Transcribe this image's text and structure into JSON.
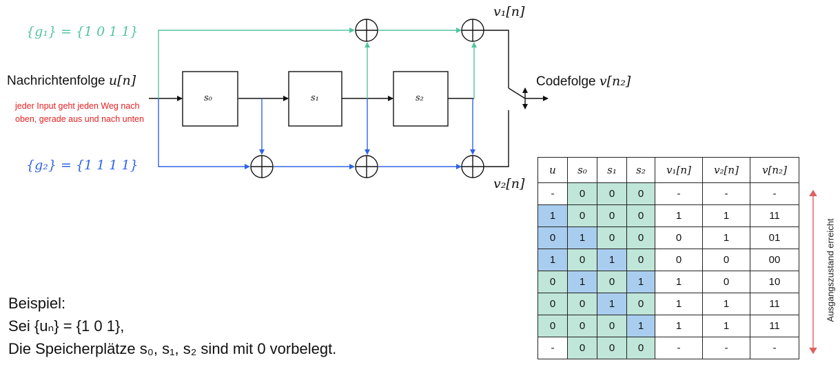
{
  "diagram": {
    "g1_label": "{g₁} = {1 0 1 1}",
    "g2_label": "{g₂} = {1 1 1 1}",
    "input_label_text": "Nachrichtenfolge ",
    "input_label_math": "u[n]",
    "note": "jeder Input geht jeden Weg nach oben, gerade aus und nach unten",
    "register_s0": "s₀",
    "register_s1": "s₁",
    "register_s2": "s₂",
    "output_v1": "v₁[n]",
    "output_v2": "v₂[n]",
    "code_label_text": "Codefolge ",
    "code_label_math": "v[n₂]",
    "colors": {
      "g1": "#52c4a0",
      "g2": "#2f63e6",
      "note": "#e52222",
      "line": "#111111"
    }
  },
  "example": {
    "line1": "Beispiel:",
    "line2": "Sei {uₙ} = {1 0 1},",
    "line3": "Die Speicherplätze s₀, s₁, s₂ sind mit 0 vorbelegt."
  },
  "table": {
    "headers": [
      "u",
      "s₀",
      "s₁",
      "s₂",
      "v₁[n]",
      "v₂[n]",
      "v[n₂]"
    ],
    "rows": [
      [
        "-",
        "0",
        "0",
        "0",
        "-",
        "-",
        "-"
      ],
      [
        "1",
        "0",
        "0",
        "0",
        "1",
        "1",
        "11"
      ],
      [
        "0",
        "1",
        "0",
        "0",
        "0",
        "1",
        "01"
      ],
      [
        "1",
        "0",
        "1",
        "0",
        "0",
        "0",
        "00"
      ],
      [
        "0",
        "1",
        "0",
        "1",
        "1",
        "0",
        "10"
      ],
      [
        "0",
        "0",
        "1",
        "0",
        "1",
        "1",
        "11"
      ],
      [
        "0",
        "0",
        "0",
        "1",
        "1",
        "1",
        "11"
      ],
      [
        "-",
        "0",
        "0",
        "0",
        "-",
        "-",
        "-"
      ]
    ],
    "shading": [
      [
        "",
        "green",
        "green",
        "green",
        "",
        "",
        ""
      ],
      [
        "blue",
        "green",
        "green",
        "green",
        "",
        "",
        ""
      ],
      [
        "blue",
        "blue",
        "green",
        "green",
        "",
        "",
        ""
      ],
      [
        "blue",
        "green",
        "blue",
        "green",
        "",
        "",
        ""
      ],
      [
        "green",
        "blue",
        "green",
        "blue",
        "",
        "",
        ""
      ],
      [
        "green",
        "green",
        "blue",
        "green",
        "",
        "",
        ""
      ],
      [
        "green",
        "green",
        "green",
        "blue",
        "",
        "",
        ""
      ],
      [
        "",
        "green",
        "green",
        "green",
        "",
        "",
        ""
      ]
    ],
    "side_label": "Ausgangszustand erreicht"
  }
}
